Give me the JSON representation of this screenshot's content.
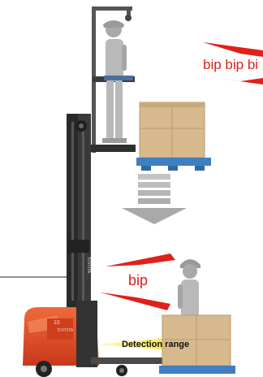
{
  "labels": {
    "alarm_top": "bip bip bi",
    "alarm_bottom": "bip",
    "detection": "Detection range",
    "brand_body": "TOYOTA",
    "brand_mast": "TOYOTA",
    "model_number": "10"
  },
  "colors": {
    "forklift_orange": "#e2461f",
    "forklift_dark": "#2a2a2a",
    "alarm_red": "#e0201b",
    "detection_yellow": "#f4e300",
    "pallet_blue": "#3f7fc1",
    "box_tan": "#d7b98e",
    "arrow_gray": "#b9b9b9"
  },
  "icons": {
    "alarm": "sound-wave-wedge-icon",
    "move_down": "down-arrow-icon"
  }
}
